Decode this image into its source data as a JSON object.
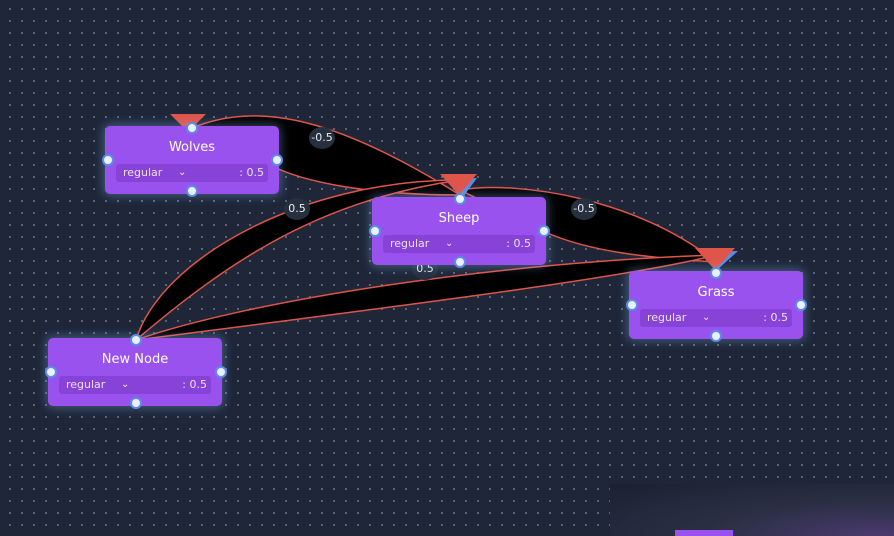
{
  "graph": {
    "nodes": [
      {
        "id": "wolves",
        "title": "Wolves",
        "type": "regular",
        "weight": ": 0.5"
      },
      {
        "id": "sheep",
        "title": "Sheep",
        "type": "regular",
        "weight": ": 0.5"
      },
      {
        "id": "grass",
        "title": "Grass",
        "type": "regular",
        "weight": ": 0.5"
      },
      {
        "id": "new-node",
        "title": "New Node",
        "type": "regular",
        "weight": ": 0.5"
      }
    ],
    "edges": [
      {
        "from": "Wolves",
        "to": "Sheep",
        "label": "-0.5"
      },
      {
        "from": "New Node",
        "to": "Sheep",
        "label": "0.5"
      },
      {
        "from": "Sheep",
        "to": "Grass",
        "label": "-0.5"
      },
      {
        "from": "New Node",
        "to": "Grass",
        "label": "0.5"
      }
    ]
  },
  "colors": {
    "background": "#1e2638",
    "node_fill": "#9a52ee",
    "edge_stroke": "#e0554a",
    "port_outline": "#5b8de6"
  },
  "icons": {
    "dropdown": "chevron-down-icon",
    "arrow": "arrowhead-icon"
  }
}
